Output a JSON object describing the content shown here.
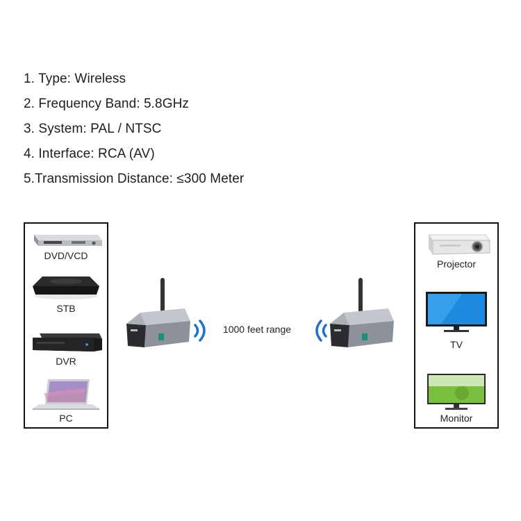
{
  "specs": [
    "1. Type: Wireless",
    "2. Frequency Band: 5.8GHz",
    "3. System: PAL / NTSC",
    "4. Interface: RCA (AV)",
    "5.Transmission Distance: ≤300 Meter"
  ],
  "sources": [
    {
      "label": "DVD/VCD",
      "icon": "dvd-player-icon"
    },
    {
      "label": "STB",
      "icon": "set-top-box-icon"
    },
    {
      "label": "DVR",
      "icon": "dvr-recorder-icon"
    },
    {
      "label": "PC",
      "icon": "laptop-icon"
    }
  ],
  "displays": [
    {
      "label": "Projector",
      "icon": "projector-icon"
    },
    {
      "label": "TV",
      "icon": "tv-icon"
    },
    {
      "label": "Monitor",
      "icon": "monitor-icon"
    }
  ],
  "range": "1000 feet range",
  "colors": {
    "signal": "#1f6fd6",
    "unit_body": "#9a9ea6",
    "unit_front": "#2a2c30"
  }
}
